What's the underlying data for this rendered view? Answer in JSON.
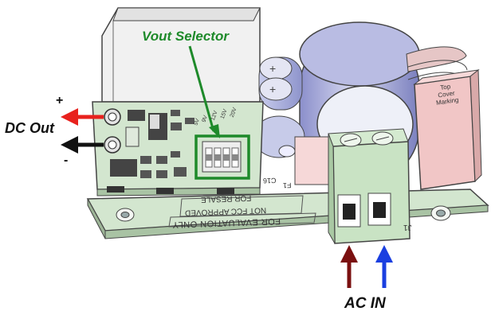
{
  "labels": {
    "vout_selector": "Vout Selector",
    "dc_out": "DC Out",
    "ac_in": "AC IN",
    "plus": "+",
    "minus": "-"
  },
  "pcb_text": {
    "for_evaluation": "FOR EVALUATION ONLY",
    "not_fcc": "NOT FCC APPROVED",
    "for_resale": "FOR RESALE",
    "j1": "J1",
    "f1": "F1",
    "c16": "C16",
    "top_cover": "Top Cover Marking",
    "dip_values": [
      "5V",
      "9V",
      "12V",
      "15V",
      "20V"
    ]
  },
  "colors": {
    "vout_green": "#1e8a2a",
    "dc_plus_arrow": "#e8211d",
    "dc_minus_arrow": "#111111",
    "ac_line_arrow": "#7a1010",
    "ac_neutral_arrow": "#1a3fe0",
    "pcb_green": "#d3e6cf"
  }
}
